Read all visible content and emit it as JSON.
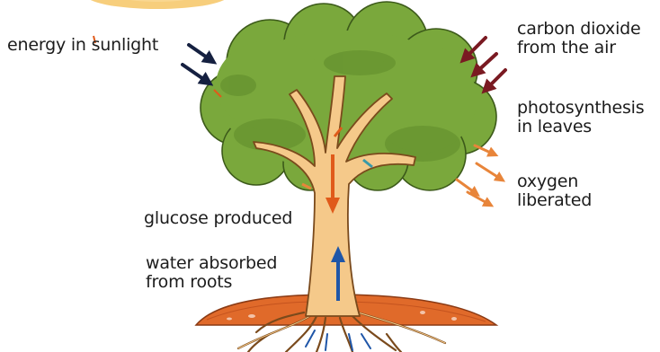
{
  "labels": {
    "sunlight": "energy in sunlight",
    "co2_line1": "carbon dioxide",
    "co2_line2": "from the air",
    "photo_line1": "photosynthesis",
    "photo_line2": "in leaves",
    "oxygen_line1": "oxygen",
    "oxygen_line2": "liberated",
    "glucose": "glucose produced",
    "water_line1": "water absorbed",
    "water_line2": "from roots"
  },
  "colors": {
    "canopy": "#7aa83c",
    "canopy_shade": "#5e8a2a",
    "trunk": "#f5c98a",
    "trunk_outline": "#7a4a1c",
    "soil": "#e06a2a",
    "sunlight_arrow": "#152040",
    "co2_arrow": "#7a1a22",
    "oxygen_arrow": "#e8853a",
    "glucose_arrow": "#e05a1a",
    "water_arrow": "#1f56a8",
    "sun": "#f6c565"
  }
}
